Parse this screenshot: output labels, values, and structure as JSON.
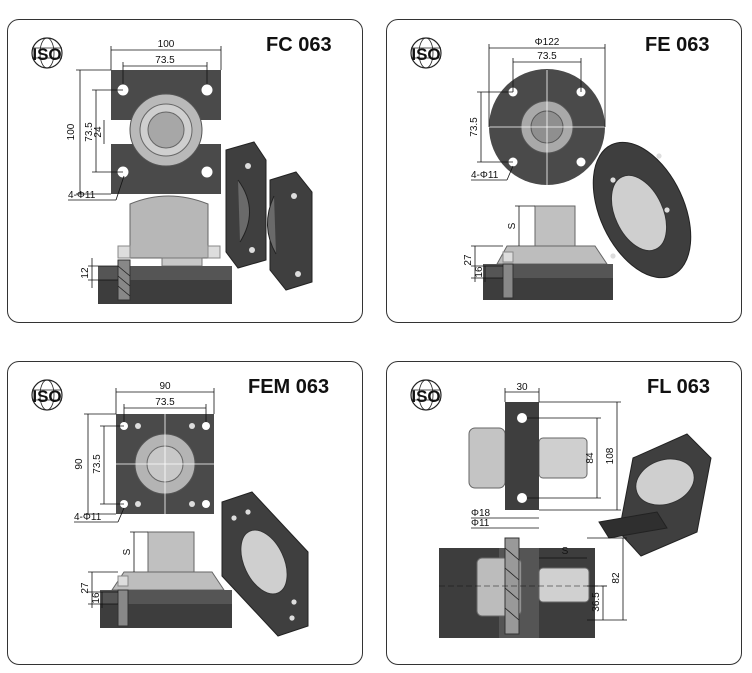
{
  "iso_logo": "ISO",
  "panels": [
    {
      "title": "FC 063",
      "dims": {
        "width": "100",
        "hole_pitch_x": "73.5",
        "height": "100",
        "hole_pitch_y": "73.5",
        "slot": "24",
        "holes": "4-Φ11",
        "plate": "12"
      }
    },
    {
      "title": "FE 063",
      "dims": {
        "diameter": "Φ122",
        "pitch": "73.5",
        "pitch_y": "73.5",
        "holes": "4-Φ11",
        "stroke": "S",
        "height": "27",
        "plate": "16"
      }
    },
    {
      "title": "FEM 063",
      "dims": {
        "width": "90",
        "hole_pitch_x": "73.5",
        "height": "90",
        "hole_pitch_y": "73.5",
        "holes": "4-Φ11",
        "stroke": "S",
        "height2": "27",
        "plate": "16"
      }
    },
    {
      "title": "FL 063",
      "dims": {
        "width": "30",
        "height": "108",
        "pitch": "84",
        "bore": "Φ18",
        "hole": "Φ11",
        "stroke": "S",
        "depth": "82",
        "offset": "36.5"
      }
    }
  ]
}
